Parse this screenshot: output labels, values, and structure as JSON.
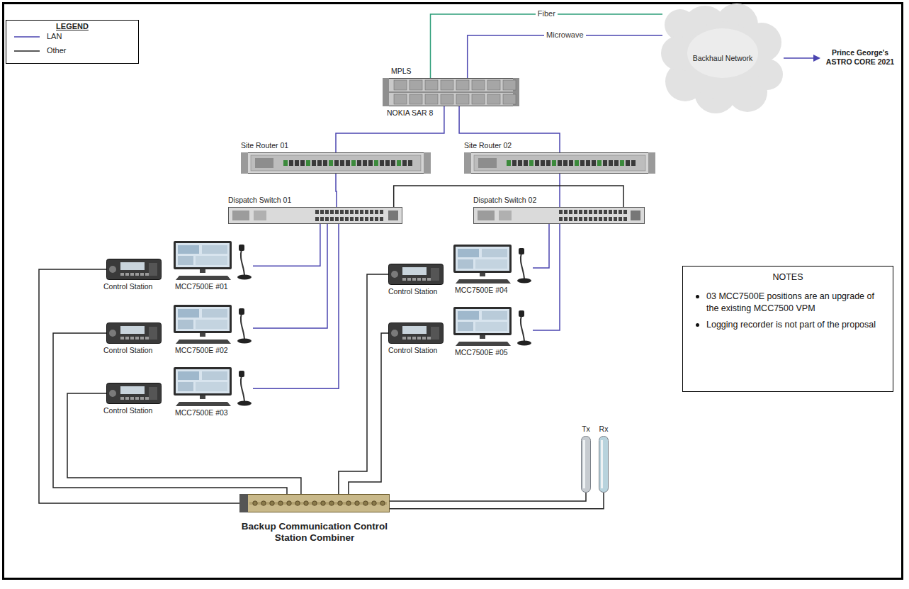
{
  "diagram": {
    "nodes": [
      {
        "text": [
          "MPLS",
          "NOKIA SAR 8"
        ]
      },
      {
        "text": [
          "Backhaul Network"
        ]
      },
      {
        "text": [
          "Site Router 01"
        ]
      },
      {
        "text": [
          "Site Router 02"
        ]
      },
      {
        "text": [
          "Dispatch Switch 01"
        ]
      },
      {
        "text": [
          "Dispatch Switch 02"
        ]
      },
      {
        "text": [
          "Control Station"
        ]
      },
      {
        "text": [
          "MCC7500E #01"
        ]
      },
      {
        "text": [
          "Control Station"
        ]
      },
      {
        "text": [
          "MCC7500E #02"
        ]
      },
      {
        "text": [
          "Control Station"
        ]
      },
      {
        "text": [
          "MCC7500E #04"
        ]
      },
      {
        "text": [
          "Control Station"
        ]
      },
      {
        "text": [
          "MCC7500E #03"
        ]
      },
      {
        "text": [
          "Control Station"
        ]
      },
      {
        "text": [
          "MCC7500E #05"
        ]
      },
      {
        "text": [
          "Backup Communication Control Station Combiner"
        ]
      },
      {
        "text": [
          "Tx"
        ]
      },
      {
        "text": [
          "Rx"
        ]
      },
      {
        "text": [
          "NOTES",
          "03 MCC7500E positions are an upgrade of the existing MCC7500 VPM",
          "Logging recorder is not part of the proposal"
        ]
      }
    ],
    "edges": [
      {
        "from": 0,
        "to": 1,
        "label": "Fiber",
        "arrow": "none"
      },
      {
        "from": 0,
        "to": 1,
        "label": "Microwave",
        "arrow": "none"
      },
      {
        "from": 0,
        "to": 2,
        "arrow": "none"
      },
      {
        "from": 0,
        "to": 3,
        "arrow": "none"
      },
      {
        "from": 2,
        "to": 4,
        "arrow": "none"
      },
      {
        "from": 3,
        "to": 5,
        "arrow": "none"
      },
      {
        "from": 4,
        "to": 5,
        "arrow": "none"
      },
      {
        "from": 4,
        "to": 7,
        "arrow": "none"
      },
      {
        "from": 4,
        "to": 9,
        "arrow": "none"
      },
      {
        "from": 4,
        "to": 13,
        "arrow": "none"
      },
      {
        "from": 5,
        "to": 11,
        "arrow": "none"
      },
      {
        "from": 5,
        "to": 15,
        "arrow": "none"
      },
      {
        "from": 6,
        "to": 16,
        "arrow": "none"
      },
      {
        "from": 8,
        "to": 16,
        "arrow": "none"
      },
      {
        "from": 12,
        "to": 16,
        "arrow": "none"
      },
      {
        "from": 10,
        "to": 16,
        "arrow": "none"
      },
      {
        "from": 14,
        "to": 16,
        "arrow": "none"
      },
      {
        "from": 16,
        "to": 17,
        "arrow": "none"
      },
      {
        "from": 16,
        "to": 18,
        "arrow": "none"
      }
    ],
    "labels": [
      "LEGEND",
      "Prince George's ASTRO CORE 2021"
    ],
    "legend": [
      {
        "text": "LAN"
      },
      {
        "text": "Other"
      }
    ]
  }
}
